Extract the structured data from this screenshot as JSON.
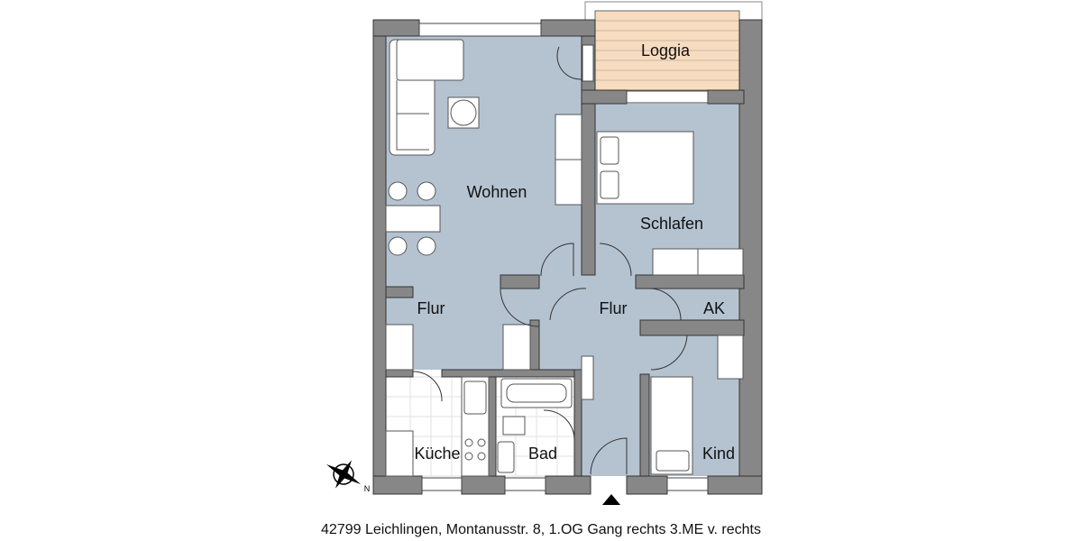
{
  "plan": {
    "rooms": {
      "loggia": "Loggia",
      "wohnen": "Wohnen",
      "schlafen": "Schlafen",
      "flur_left": "Flur",
      "flur_center": "Flur",
      "ak": "AK",
      "kueche": "Küche",
      "bad": "Bad",
      "kind": "Kind"
    },
    "colors": {
      "wall": "#878787",
      "room": "#b5c3d1",
      "loggia": "#f8dcc0",
      "tiles": "#ffffff"
    },
    "icons": {
      "compass": "compass-rose-icon",
      "entrance": "entrance-arrow-icon"
    }
  },
  "caption": "42799 Leichlingen, Montanusstr. 8, 1.OG Gang rechts 3.ME v. rechts"
}
